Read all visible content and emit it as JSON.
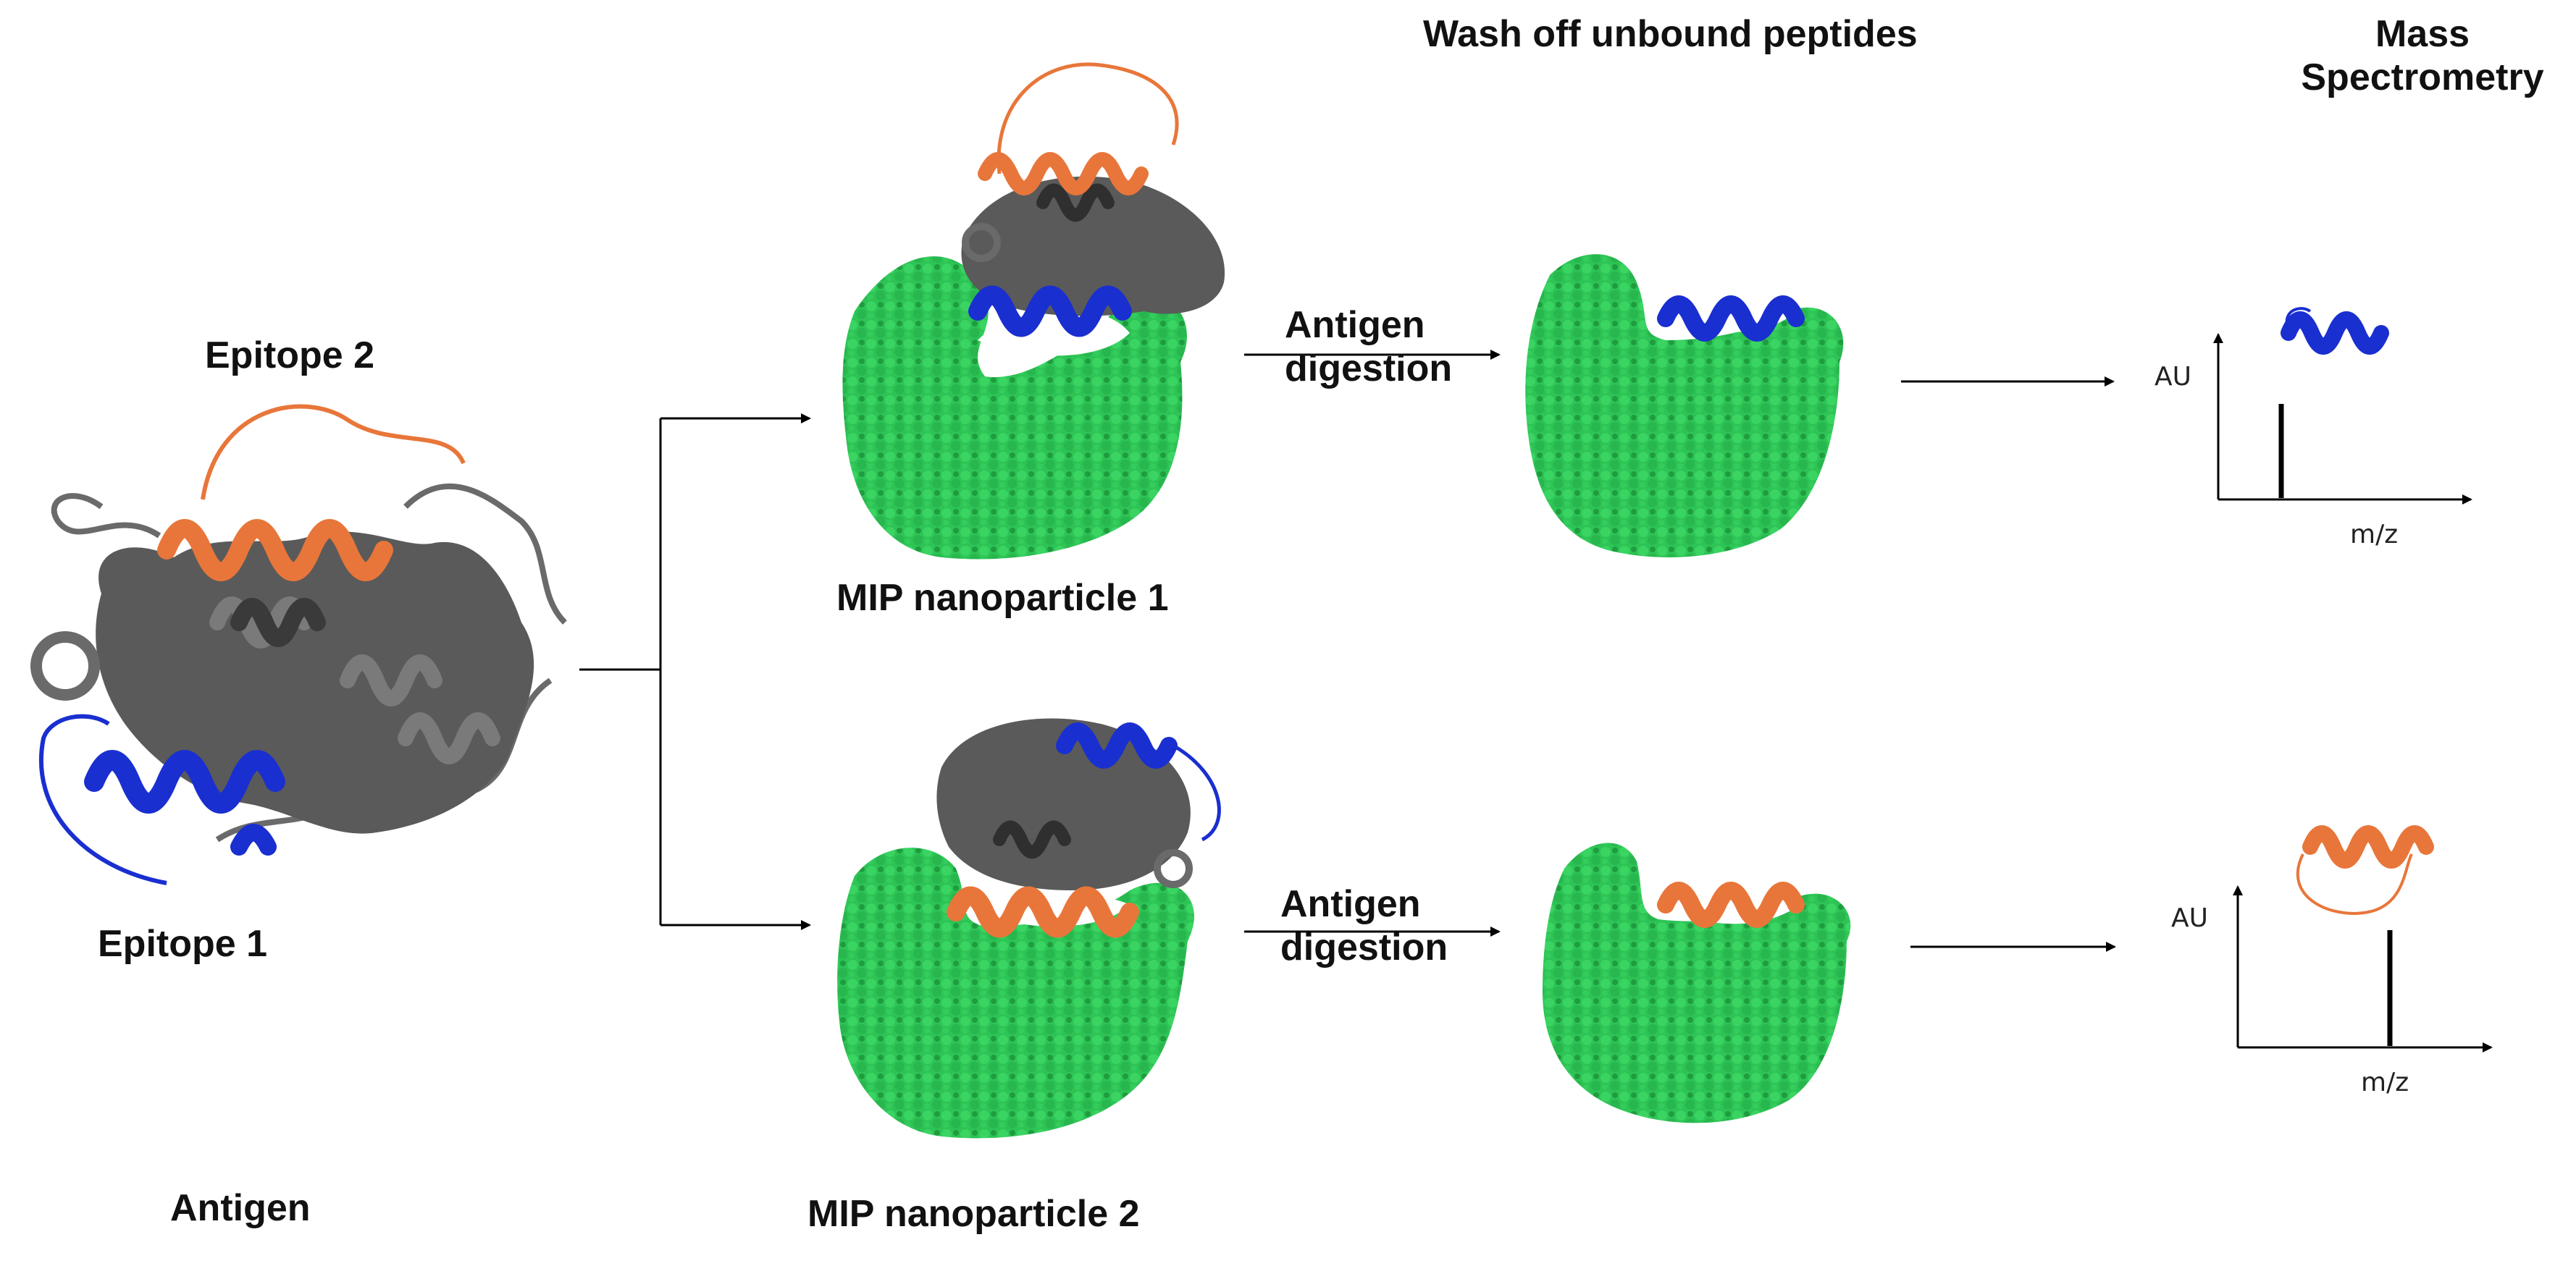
{
  "labels": {
    "wash_off": "Wash off unbound peptides",
    "mass_line1": "Mass",
    "mass_line2": "Spectrometry",
    "epitope2": "Epitope 2",
    "epitope1": "Epitope 1",
    "antigen": "Antigen",
    "mip1": "MIP nanoparticle 1",
    "mip2": "MIP nanoparticle 2",
    "digest_top_1": "Antigen",
    "digest_top_2": "digestion",
    "digest_bot_1": "Antigen",
    "digest_bot_2": "digestion",
    "au_top": "AU",
    "mz_top": "m/z",
    "au_bot": "AU",
    "mz_bot": "m/z"
  },
  "colors": {
    "mip_green": "#2dc455",
    "mip_green_dark": "#1f9c3f",
    "protein_gray": "#5a5a5a",
    "epitope1_blue": "#1a2fd0",
    "epitope2_orange": "#e8763a",
    "arrow": "#000000"
  }
}
